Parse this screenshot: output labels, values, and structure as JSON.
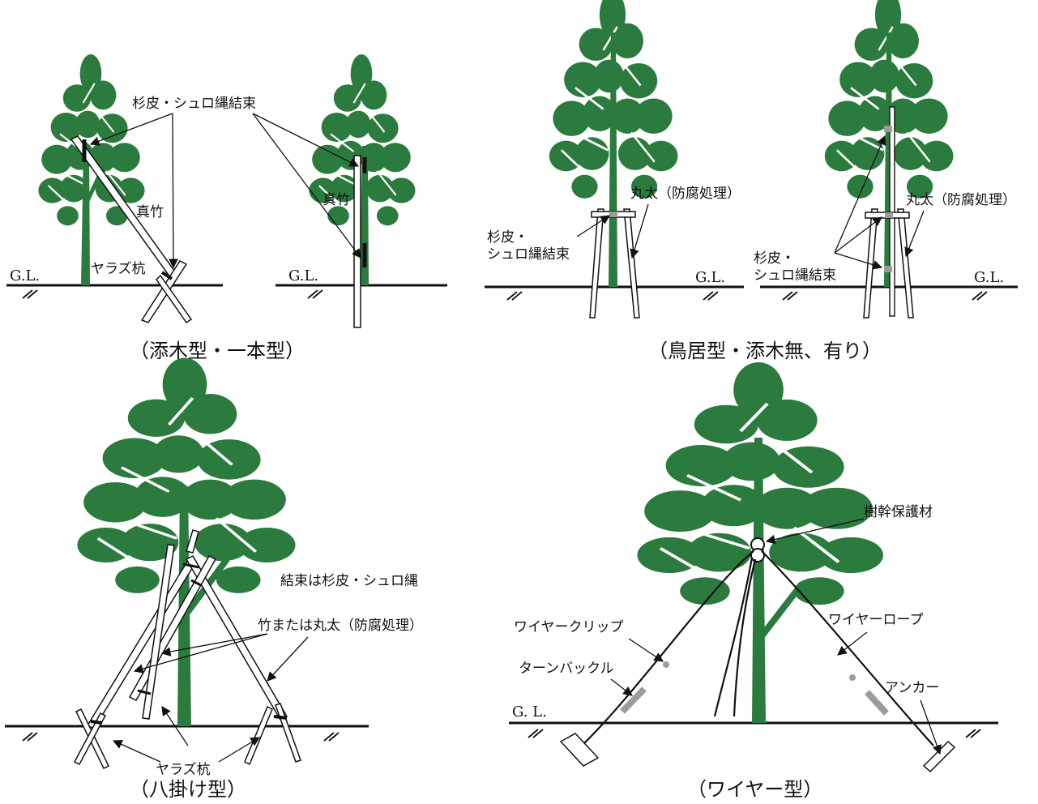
{
  "colors": {
    "foliage": "#2b7a3e",
    "line": "#111111",
    "band": "#9c9c9c"
  },
  "panels": {
    "soegi": {
      "caption": "（添木型・一本型）",
      "binding_label": "杉皮・シュロ縄結束",
      "bamboo_label_left": "真竹",
      "bamboo_label_right": "真竹",
      "peg_label": "ヤラズ杭",
      "gl_left": "G.L.",
      "gl_right": "G.L."
    },
    "torii": {
      "caption": "（鳥居型・添木無、有り）",
      "binding_label_a": "杉皮・",
      "binding_label_b": "シュロ縄結束",
      "binding2_label_a": "杉皮・",
      "binding2_label_b": "シュロ縄結束",
      "log_label_left": "丸太（防腐処理）",
      "log_label_right": "丸太（防腐処理）",
      "gl_left": "G.L.",
      "gl_right": "G.L."
    },
    "hachikake": {
      "caption": "（八掛け型）",
      "binding_label": "結束は杉皮・シュロ縄",
      "pole_label": "竹または丸太（防腐処理）",
      "peg_label": "ヤラズ杭"
    },
    "wire": {
      "caption": "（ワイヤー型）",
      "protector_label": "樹幹保護材",
      "clip_label": "ワイヤークリップ",
      "turnbuckle_label": "ターンバックル",
      "rope_label": "ワイヤーロープ",
      "anchor_label": "アンカー",
      "gl": "G. L."
    }
  }
}
